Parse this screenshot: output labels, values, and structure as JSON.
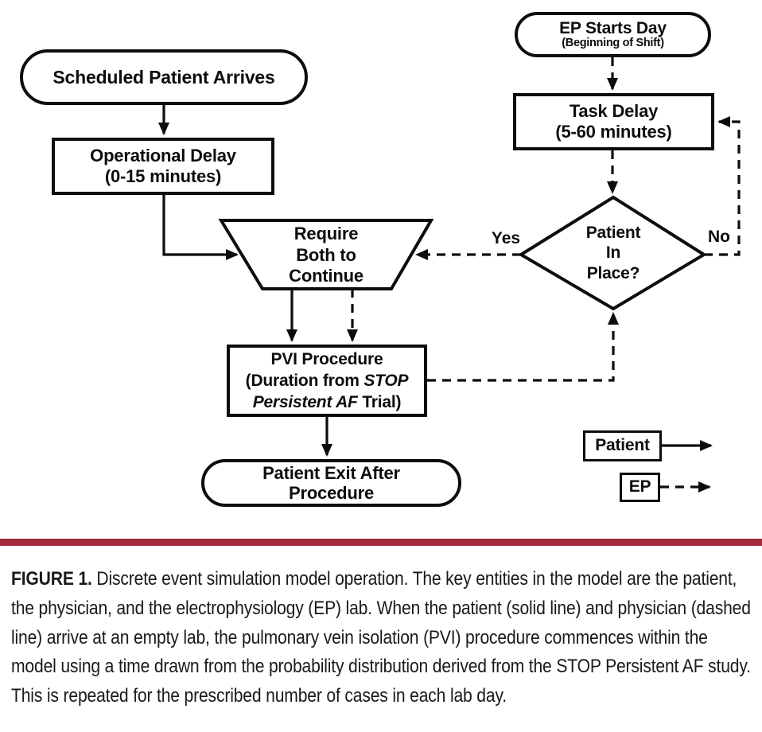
{
  "diagram": {
    "scheduled": {
      "l1": "Scheduled Patient Arrives"
    },
    "op_delay": {
      "l1": "Operational Delay",
      "l2": "(0-15 minutes)"
    },
    "ep_starts": {
      "l1": "EP Starts Day",
      "l2": "(Beginning of Shift)"
    },
    "task_delay": {
      "l1": "Task Delay",
      "l2": "(5-60 minutes)"
    },
    "require": {
      "l1": "Require",
      "l2": "Both to",
      "l3": "Continue"
    },
    "decision": {
      "l1": "Patient",
      "l2": "In",
      "l3": "Place?"
    },
    "pvi": {
      "l1": "PVI Procedure",
      "l2_pre": "(Duration from ",
      "l2_it": "STOP",
      "l3_it": "Persistent AF",
      "l3_post": " Trial)"
    },
    "exit": {
      "l1": "Patient Exit After",
      "l2": "Procedure"
    },
    "labels": {
      "yes": "Yes",
      "no": "No"
    },
    "legend": {
      "patient": "Patient",
      "ep": "EP"
    }
  },
  "caption": {
    "label": "FIGURE 1.",
    "body": " Discrete event simulation model operation. The key entities in the model are the patient, the physician, and the electrophysiology (EP) lab. When the patient (solid line) and physician (dashed line) arrive at an empty lab, the pulmonary vein isolation (PVI) procedure commences within the model using a time drawn from the probability distribution derived from the STOP Persistent AF study. This is repeated for the prescribed number of cases in each lab day."
  },
  "colors": {
    "ink": "#0d0d0d",
    "rule_red": "#a22b3b"
  }
}
